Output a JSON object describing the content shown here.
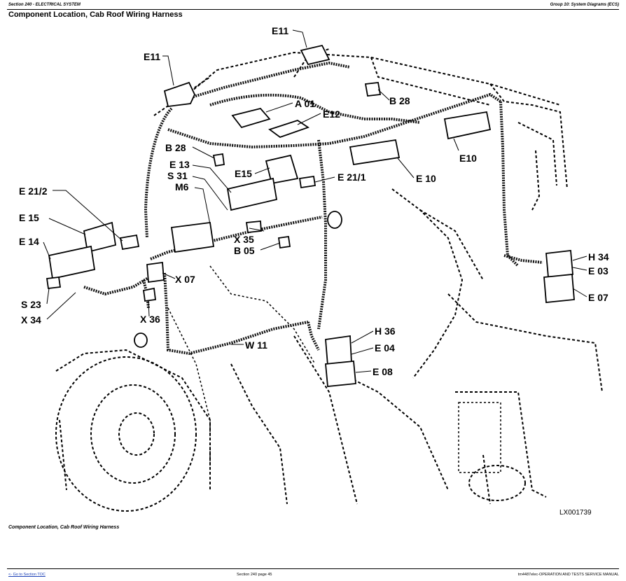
{
  "header": {
    "left": "Section 240 - ELECTRICAL SYSTEM",
    "right": "Group 10: System Diagrams (ECS)"
  },
  "title": "Component Location, Cab Roof Wiring Harness",
  "caption": "Component Location, Cab Roof Wiring Harness",
  "figure_id": "LX001739",
  "footer": {
    "left": "<- Go to Section TOC",
    "center": "Section 240 page 45",
    "right": "tm4487elec-OPERATION AND TESTS SERVICE MANUAL"
  },
  "labels": {
    "e11_top": "E11",
    "e11_left": "E11",
    "a01": "A 01",
    "e12": "E12",
    "b28_right": "B 28",
    "e10_right": "E10",
    "b28_left": "B 28",
    "e13": "E 13",
    "s31": "S 31",
    "e15_center": "E15",
    "e21_1": "E 21/1",
    "e10_center": "E 10",
    "m6": "M6",
    "e21_2": "E 21/2",
    "e15_left": "E 15",
    "e14": "E 14",
    "x35": "X 35",
    "b05": "B 05",
    "x07": "X 07",
    "h34": "H 34",
    "e03": "E 03",
    "e07": "E 07",
    "s23": "S 23",
    "x34": "X 34",
    "x36": "X 36",
    "h36": "H 36",
    "e04": "E 04",
    "w11": "W 11",
    "e08": "E 08"
  }
}
